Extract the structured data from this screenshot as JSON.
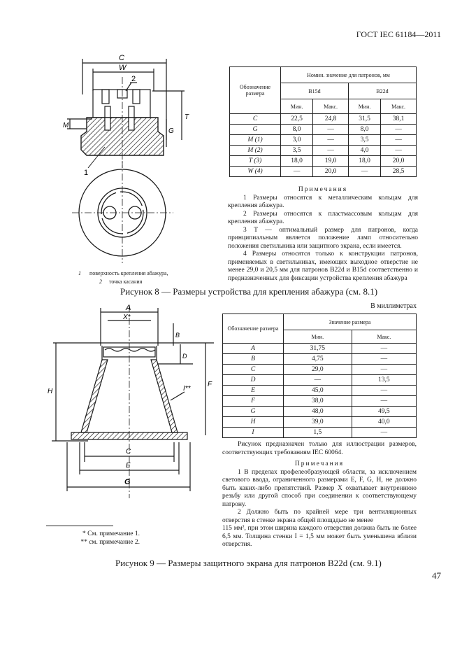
{
  "header": {
    "standard": "ГОСТ IEC 61184—2011"
  },
  "figure8": {
    "labels": {
      "c": "C",
      "w": "W",
      "n2": "2",
      "m": "M",
      "g": "G",
      "t": "T",
      "n1": "1"
    },
    "legend": [
      {
        "num": "1",
        "text": "поверхность крепления абажура,"
      },
      {
        "num": "2",
        "text": "точка касания"
      }
    ],
    "table": {
      "head_designation": "Обозначение размера",
      "head_nominal": "Номин. значение для патронов, мм",
      "groups": [
        "B15d",
        "B22d"
      ],
      "subheads": [
        "Мин.",
        "Макс.",
        "Мин.",
        "Макс."
      ],
      "rows": [
        [
          "C",
          "22,5",
          "24,8",
          "31,5",
          "38,1"
        ],
        [
          "G",
          "8,0",
          "—",
          "8,0",
          "—"
        ],
        [
          "M (1)",
          "3,0",
          "—",
          "3,5",
          "—"
        ],
        [
          "M (2)",
          "3,5",
          "—",
          "4,0",
          "—"
        ],
        [
          "T (3)",
          "18,0",
          "19,0",
          "18,0",
          "20,0"
        ],
        [
          "W (4)",
          "—",
          "20,0",
          "—",
          "28,5"
        ]
      ]
    },
    "notes": {
      "title": "Примечания",
      "items": [
        "1 Размеры относятся к металлическим кольцам для крепления абажура.",
        "2 Размеры относятся к пластмассовым кольцам для крепления абажура.",
        "3 Т — оптимальный размер для патронов, когда принципиальным является положение ламп относительно положения светильника или защитного экрана, если имеется.",
        "4 Размеры относятся только к конструкции патронов, применяемых в светильниках, имеющих выходное отверстие не менее 29,0 и 20,5 мм для патронов B22d и B15d соответственно и предназначенных для фиксации устройства крепления абажура"
      ]
    },
    "caption": "Рисунок 8 — Размеры устройства для крепления абажура (см. 8.1)"
  },
  "figure9": {
    "labels": {
      "a": "A",
      "x": "X*",
      "b": "B",
      "d": "D",
      "h": "H",
      "f": "F",
      "i": "I**",
      "c": "C",
      "e": "E",
      "g": "G"
    },
    "units": "В миллиметрах",
    "table": {
      "head_designation": "Обозначение размера",
      "head_value": "Значение размера",
      "subheads": [
        "Мин.",
        "Макс."
      ],
      "rows": [
        [
          "A",
          "31,75",
          "—"
        ],
        [
          "B",
          "4,75",
          "—"
        ],
        [
          "C",
          "29,0",
          "—"
        ],
        [
          "D",
          "—",
          "13,5"
        ],
        [
          "E",
          "45,0",
          "—"
        ],
        [
          "F",
          "38,0",
          "—"
        ],
        [
          "G",
          "48,0",
          "49,5"
        ],
        [
          "H",
          "39,0",
          "40,0"
        ],
        [
          "I",
          "1,5",
          "—"
        ]
      ]
    },
    "intro": "Рисунок предназначен только для иллюстрации размеров, соответствующих требованиям IEC 60064.",
    "notes": {
      "title": "Примечания",
      "n1": "1 В пределах профелеобразующей области, за исключением светового ввода, ограниченного размерами E, F, G, H, не должно быть каких-либо препятствий. Размер X охватывает внутреннюю резьбу или другой способ при соединении к соответствующему патрону.",
      "n2a": "2 Должно быть по крайней мере три вентиляционных отверстия в стенке экрана общей площадью не менее",
      "n2b": "115 мм², при этом ширина каждого отверстия должна быть не более 6,5 мм. Толщина стенки I = 1,5 мм может быть уменьшена вблизи отверстия."
    },
    "footnotes": [
      "* См. примечание 1.",
      "** см. примечание 2."
    ],
    "caption": "Рисунок 9 — Размеры защитного экрана для патронов B22d (см. 9.1)"
  },
  "page_number": "47"
}
